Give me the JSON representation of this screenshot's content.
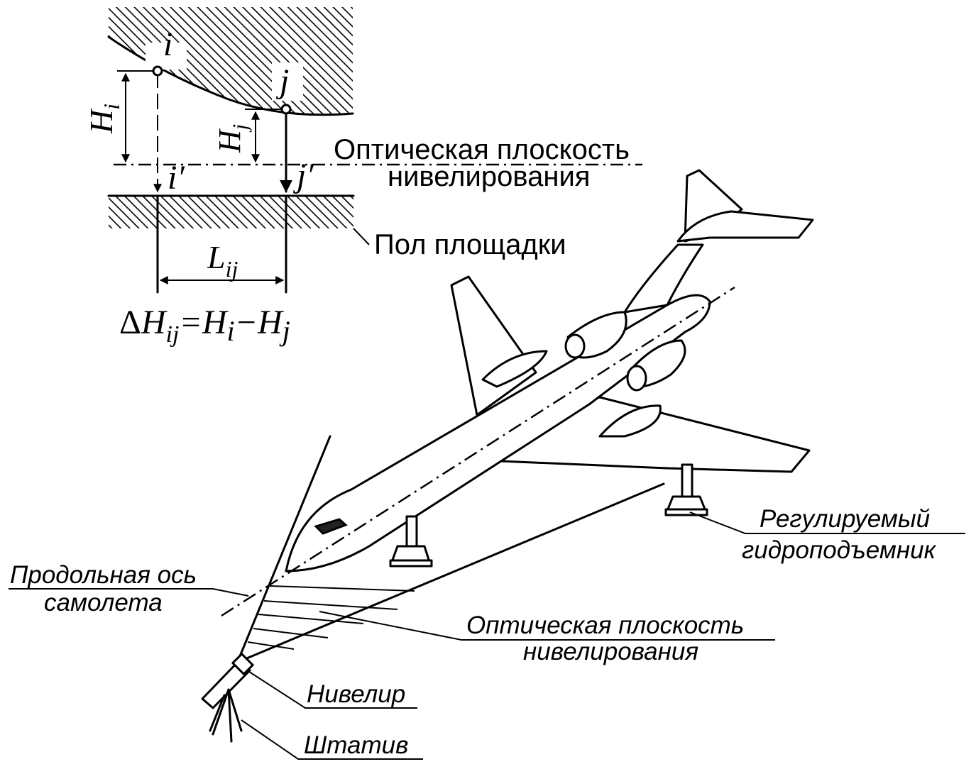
{
  "inset": {
    "point_i": "i",
    "point_j": "j",
    "point_i_prime": "i′",
    "point_j_prime": "j′",
    "height_i": {
      "main": "H",
      "sub": "i"
    },
    "height_j": {
      "main": "H",
      "sub": "j"
    },
    "distance": {
      "main": "L",
      "sub": "ij"
    },
    "formula": {
      "delta": "Δ",
      "h1": "H",
      "sub1": "ij",
      "rest": "=H",
      "sub2": "i",
      "minus": "−H",
      "sub3": "j"
    },
    "optical_plane_line1": "Оптическая плоскость",
    "optical_plane_line2": "нивелирования",
    "floor_label": "Пол площадки"
  },
  "callouts": {
    "jack_line1": "Регулируемый",
    "jack_line2": "гидроподъемник",
    "axis_line1": "Продольная ось",
    "axis_line2": "самолета",
    "plane_line1": "Оптическая плоскость",
    "plane_line2": "нивелирования",
    "level": "Нивелир",
    "tripod": "Штатив"
  }
}
